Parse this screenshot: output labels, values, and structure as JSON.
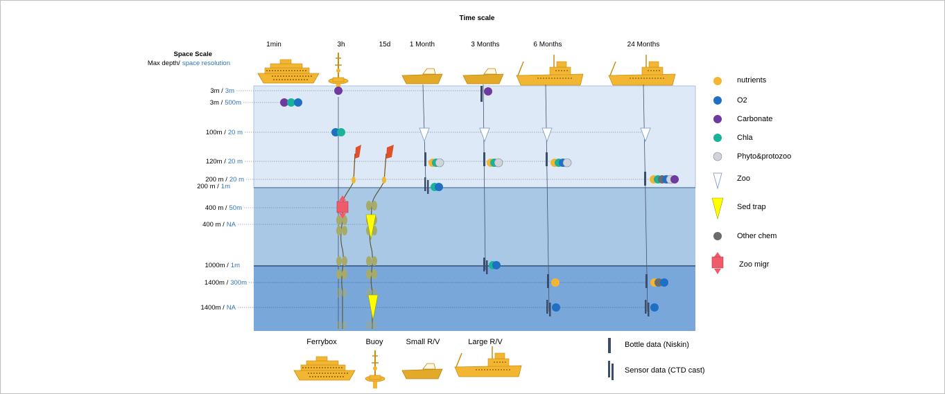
{
  "title": "Time scale",
  "space_scale": {
    "title": "Space Scale",
    "subtitle_black": "Max depth/",
    "subtitle_blue": "space resolution"
  },
  "time_columns": [
    "1min",
    "3h",
    "15d",
    "1 Month",
    "3 Months",
    "6 Months",
    "24 Months"
  ],
  "depth_rows": [
    {
      "depth": "3m /",
      "res": "3m"
    },
    {
      "depth": "3m /",
      "res": "500m"
    },
    {
      "depth": "100m /",
      "res": "20 m"
    },
    {
      "depth": "120m /",
      "res": "20 m"
    },
    {
      "depth": "200 m /",
      "res": "20 m"
    },
    {
      "depth": "200 m /",
      "res": "1m"
    },
    {
      "depth": "400 m /",
      "res": "50m"
    },
    {
      "depth": "400 m /",
      "res": "NA"
    },
    {
      "depth": "1000m /",
      "res": "1m"
    },
    {
      "depth": "1400m /",
      "res": "300m"
    },
    {
      "depth": "1400m /",
      "res": "NA"
    }
  ],
  "platforms": [
    "Ferrybox",
    "Buoy",
    "Small R/V",
    "Large R/V"
  ],
  "data_types": [
    "Bottle data (Niskin)",
    "Sensor data (CTD cast)"
  ],
  "legend": [
    {
      "label": "nutrients",
      "symbol": "circle",
      "color": "#f2b632"
    },
    {
      "label": "O2",
      "symbol": "circle",
      "color": "#1f6fc5"
    },
    {
      "label": "Carbonate",
      "symbol": "circle",
      "color": "#6f3aa0"
    },
    {
      "label": "Chla",
      "symbol": "circle",
      "color": "#17b39a"
    },
    {
      "label": "Phyto&protozoo",
      "symbol": "circle",
      "color": "#d0d4da"
    },
    {
      "label": "Zoo",
      "symbol": "triangle-outline",
      "color": "#8aa9c8"
    },
    {
      "label": "Sed trap",
      "symbol": "triangle-filled",
      "color": "#ffff00"
    },
    {
      "label": "Other chem",
      "symbol": "circle",
      "color": "#6b6b6b"
    },
    {
      "label": "Zoo migr",
      "symbol": "box-arrows",
      "color": "#ef5b6b"
    }
  ],
  "colors": {
    "layer_surface": "#dde9f6",
    "layer_mid": "#a9c8e6",
    "layer_deep": "#7aa7da",
    "vessel": "#f2b632",
    "label_blue": "#2e75b6",
    "bottle": "#3a4d6b"
  }
}
